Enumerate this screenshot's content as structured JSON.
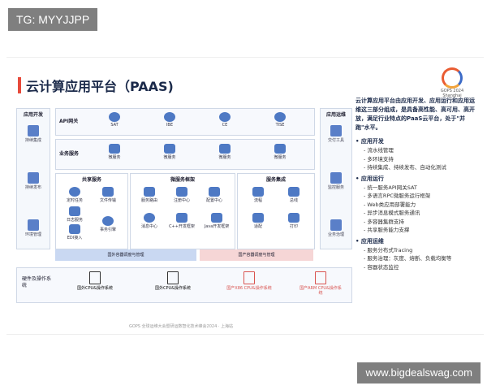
{
  "watermark_top": "TG: MYYJJPP",
  "watermark_bottom": "www.bigdealswag.com",
  "slide": {
    "title": "云计算应用平台（PAAS)",
    "logo_text_1": "GOPS 2024",
    "logo_text_2": "Shanghai",
    "footer": "GOPS 全球运维大会暨研运数智化技术峰会2024 · 上海站"
  },
  "diagram": {
    "left_col": {
      "title": "应用开发",
      "items": [
        "持续集成",
        "持续发布",
        "环境管理"
      ]
    },
    "right_col": {
      "title": "应用运维",
      "items": [
        "交付工具",
        "监控服务",
        "业务治理"
      ]
    },
    "api_row": {
      "label": "API网关",
      "nodes": [
        "SAT",
        "IBE",
        "CE",
        "TISE"
      ]
    },
    "biz_row": {
      "label": "业务服务",
      "nodes": [
        "微服务",
        "微服务",
        "微服务",
        "微服务"
      ]
    },
    "common": {
      "title": "共享服务",
      "items": [
        "定时任务",
        "文件传输",
        "日志服务",
        "EDI接入",
        "事务引擎"
      ]
    },
    "micro": {
      "title": "微服务框架",
      "items": [
        "服务路由",
        "注册中心",
        "配置中心",
        "消息中心",
        "C++开发框架",
        "Java开发框架"
      ]
    },
    "integ": {
      "title": "服务集成",
      "items": [
        "流程",
        "总线",
        "适配",
        "打印"
      ]
    },
    "band_left": "国外容器调度与管理",
    "band_right": "国产容器调度与管理",
    "hw": {
      "label": "硬件及操作系统",
      "items": [
        "国外CPU&操作系统",
        "国外CPU&操作系统",
        "国产X86 CPU&操作系统",
        "国产ARM CPU&操作系统"
      ]
    }
  },
  "panel": {
    "intro": "云计算应用平台由应用开发、应用运行和应用运维这三部分组成，是具备高性能、高可用、高开放，满足行业特点的PaaS云平台，处于\"并跑\"水平。",
    "sections": [
      {
        "title": "应用开发",
        "items": [
          "流水线管理",
          "多环境支持",
          "持续集成、持续发布、自动化测试"
        ]
      },
      {
        "title": "应用运行",
        "items": [
          "统一服务API网关SAT",
          "多语言RPC微服务运行框架",
          "Web类应用部署能力",
          "异步消息模式服务通讯",
          "多容器集群支持",
          "共享服务能力支撑"
        ]
      },
      {
        "title": "应用运维",
        "items": [
          "服务分布式Tracing",
          "服务治理：灰度、熔断、负载均衡等",
          "容器状态监控"
        ]
      }
    ]
  },
  "colors": {
    "accent": "#e74a3b",
    "primary": "#1b2a4a",
    "icon_blue": "#4e79c4"
  }
}
